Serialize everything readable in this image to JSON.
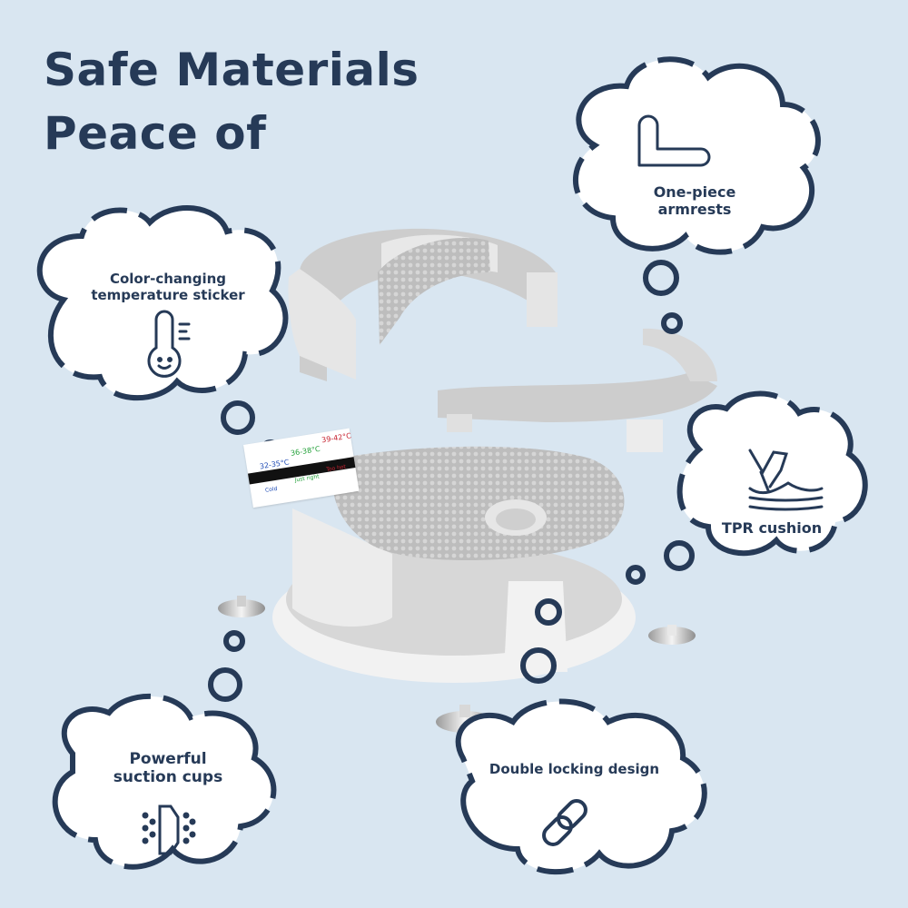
{
  "headline": {
    "line1": "Safe Materials",
    "line2": "Peace of"
  },
  "colors": {
    "background": "#d9e6f1",
    "ink": "#263a57",
    "bubble_fill": "#ffffff",
    "product_light": "#ececec",
    "product_mid": "#cfcfcf"
  },
  "features": {
    "temperature": {
      "label_line1": "Color-changing",
      "label_line2": "temperature sticker",
      "icon": "thermometer-smile-icon"
    },
    "armrests": {
      "label_line1": "One-piece",
      "label_line2": "armrests",
      "icon": "armrest-icon"
    },
    "cushion": {
      "label": "TPR cushion",
      "icon": "hand-press-cushion-icon"
    },
    "suction": {
      "label_line1": "Powerful",
      "label_line2": "suction cups",
      "icon": "suction-cup-icon"
    },
    "locking": {
      "label": "Double locking design",
      "icon": "chain-link-icon"
    }
  },
  "sticker": {
    "range_low": "32-35°C",
    "range_mid": "36-38°C",
    "range_high": "39-42°C",
    "note_low": "Cold",
    "note_mid": "Just right",
    "note_high": "Too hot"
  }
}
